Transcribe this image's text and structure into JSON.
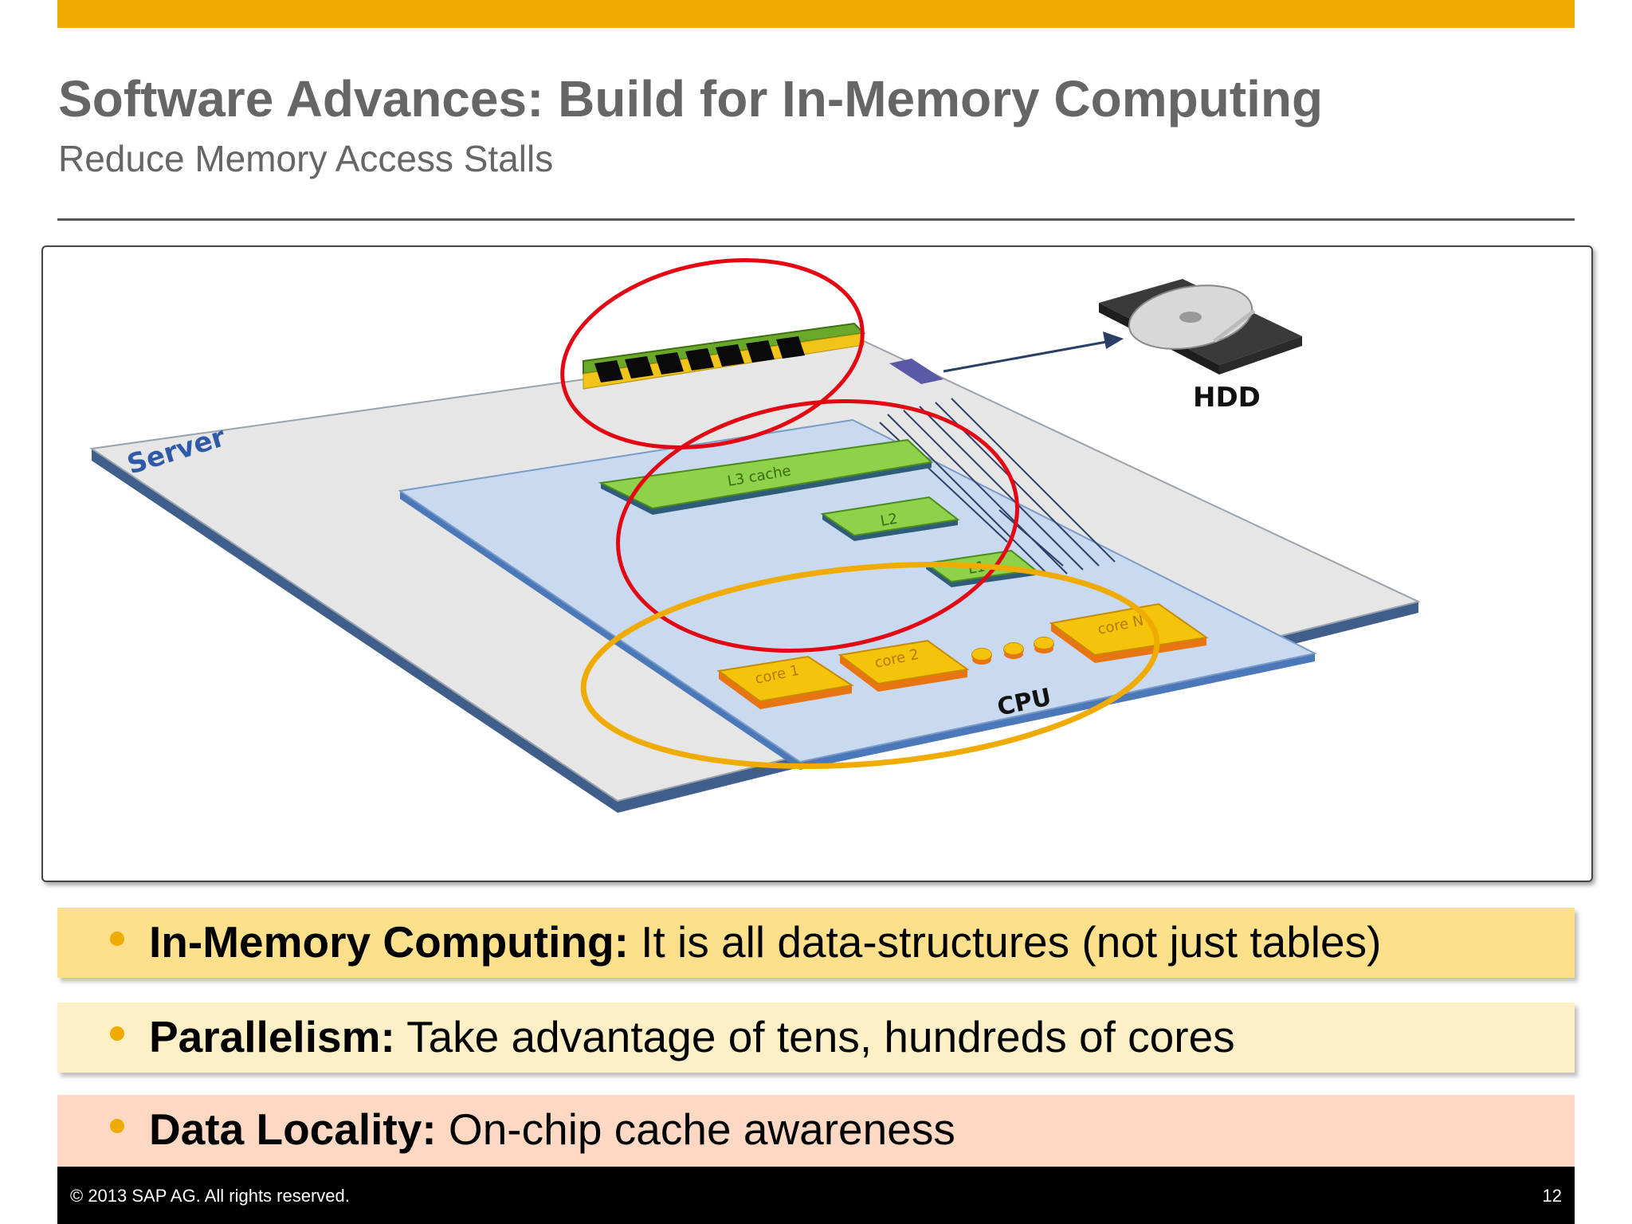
{
  "slide": {
    "title": "Software Advances: Build for In-Memory Computing",
    "subtitle": "Reduce Memory Access Stalls",
    "page_number": "12",
    "copyright": "© 2013 SAP AG. All rights reserved."
  },
  "figure": {
    "server_label": "Server",
    "hdd_label": "HDD",
    "cpu_label": "CPU",
    "l3_label": "L3 cache",
    "l2_label": "L2",
    "l1_label": "L1",
    "core_labels": [
      "core 1",
      "core 2",
      "core N"
    ]
  },
  "bullets": [
    {
      "term": "In-Memory Computing:",
      "text": " It is all data-structures (not just tables)"
    },
    {
      "term": "Parallelism:",
      "text": " Take advantage of tens, hundreds of cores"
    },
    {
      "term": "Data Locality:",
      "text": " On-chip cache awareness"
    }
  ],
  "colors": {
    "accent": "#f0ab00",
    "highlight_red": "#e30613",
    "highlight_yellow": "#f0ab00",
    "row_1": "#fde08c",
    "row_2": "#fdefc6",
    "row_3": "#fdd9c4"
  }
}
